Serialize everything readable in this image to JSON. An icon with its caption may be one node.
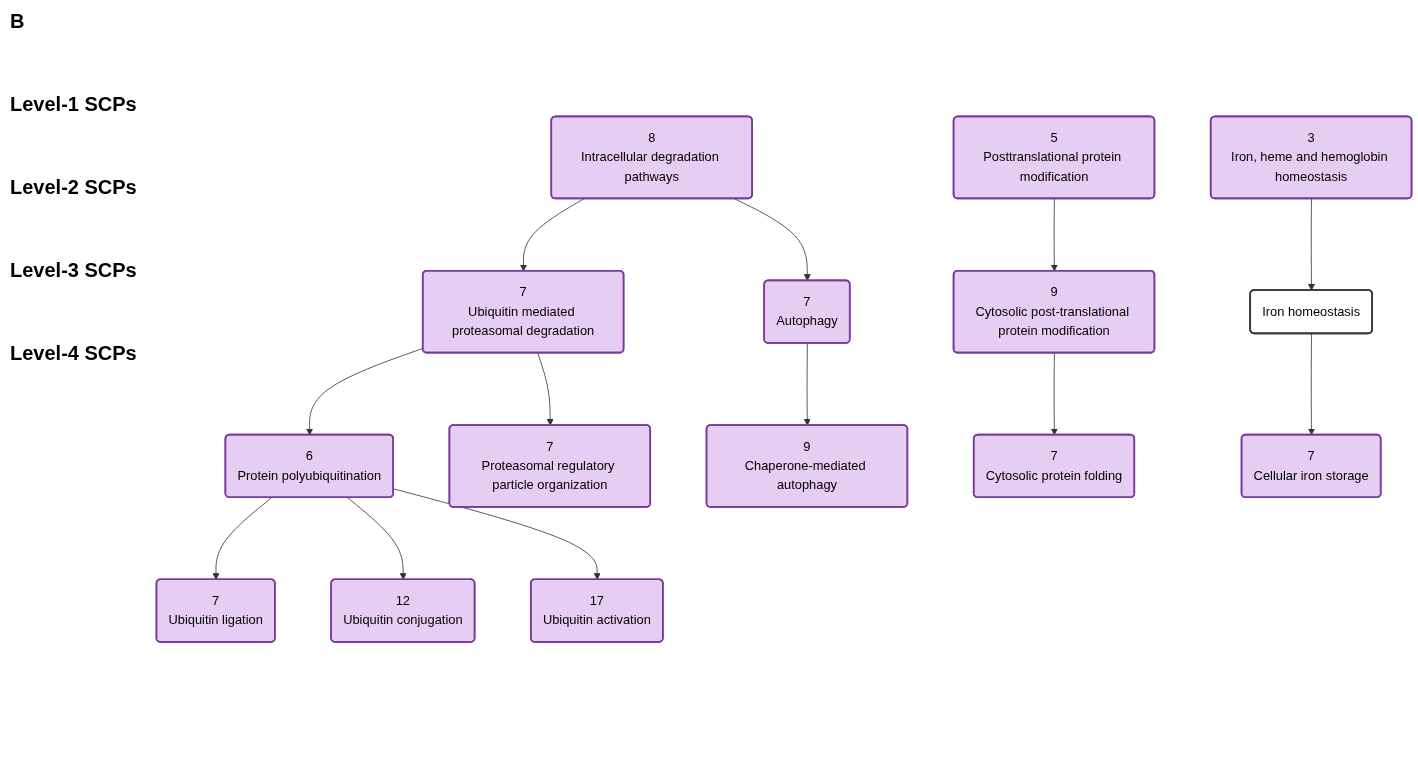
{
  "diagram": {
    "nodes": [
      {
        "text": [
          "8",
          "Intracellular degradation pathways"
        ]
      },
      {
        "text": [
          "5",
          "Posttranslational protein modification"
        ]
      },
      {
        "text": [
          "3",
          "Iron, heme and hemoglobin homeostasis"
        ]
      },
      {
        "text": [
          "7",
          "Ubiquitin mediated proteasomal degradation"
        ]
      },
      {
        "text": [
          "7",
          "Autophagy"
        ]
      },
      {
        "text": [
          "9",
          "Cytosolic post-translational protein modification"
        ]
      },
      {
        "text": [
          "Iron homeostasis"
        ]
      },
      {
        "text": [
          "6",
          "Protein polyubiquitination"
        ]
      },
      {
        "text": [
          "7",
          "Proteasomal regulatory particle organization"
        ]
      },
      {
        "text": [
          "9",
          "Chaperone-mediated autophagy"
        ]
      },
      {
        "text": [
          "7",
          "Cytosolic protein folding"
        ]
      },
      {
        "text": [
          "7",
          "Cellular iron storage"
        ]
      },
      {
        "text": [
          "7",
          "Ubiquitin ligation"
        ]
      },
      {
        "text": [
          "12",
          "Ubiquitin conjugation"
        ]
      },
      {
        "text": [
          "17",
          "Ubiquitin activation"
        ]
      }
    ],
    "edges": [
      {
        "from": 0,
        "to": 3,
        "arrow": "to"
      },
      {
        "from": 0,
        "to": 4,
        "arrow": "to"
      },
      {
        "from": 1,
        "to": 5,
        "arrow": "to"
      },
      {
        "from": 2,
        "to": 6,
        "arrow": "to"
      },
      {
        "from": 3,
        "to": 7,
        "arrow": "to"
      },
      {
        "from": 3,
        "to": 8,
        "arrow": "to"
      },
      {
        "from": 4,
        "to": 9,
        "arrow": "to"
      },
      {
        "from": 5,
        "to": 10,
        "arrow": "to"
      },
      {
        "from": 6,
        "to": 11,
        "arrow": "to"
      },
      {
        "from": 7,
        "to": 12,
        "arrow": "to"
      },
      {
        "from": 7,
        "to": 13,
        "arrow": "to"
      },
      {
        "from": 7,
        "to": 14,
        "arrow": "to"
      }
    ],
    "labels": [
      "B",
      "Level-1 SCPs",
      "Level-2 SCPs",
      "Level-3 SCPs",
      "Level-4 SCPs"
    ]
  }
}
